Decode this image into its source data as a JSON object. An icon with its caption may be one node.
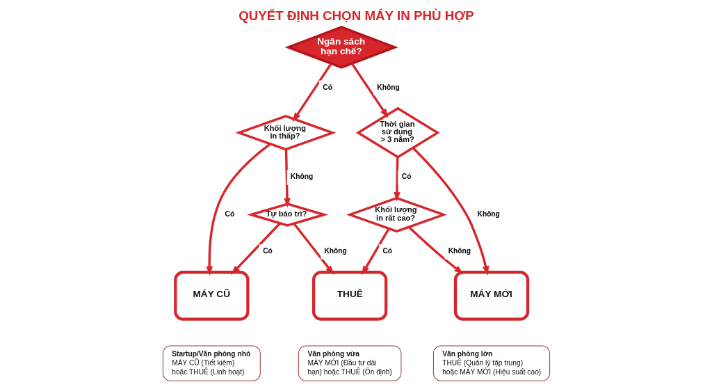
{
  "diagram": {
    "title": "QUYẾT ĐỊNH CHỌN MÁY IN PHÙ HỢP",
    "nodes": [
      {
        "text": [
          "Ngân sách hạn chế?"
        ]
      },
      {
        "text": [
          "Khối lượng in thấp?"
        ]
      },
      {
        "text": [
          "Thời gian sử dụng > 3 năm?"
        ]
      },
      {
        "text": [
          "Tự bảo trì?"
        ]
      },
      {
        "text": [
          "Khối lượng in rất cao?"
        ]
      },
      {
        "text": [
          "MÁY CŨ"
        ]
      },
      {
        "text": [
          "THUÊ"
        ]
      },
      {
        "text": [
          "MÁY MỚI"
        ]
      },
      {
        "text": [
          "Startup/Văn phòng nhỏ",
          "MÁY CŨ (Tiết kiệm) hoặc THUÊ (Linh hoạt)"
        ]
      },
      {
        "text": [
          "Văn phòng vừa",
          "MÁY MỚI (Đầu tư dài hạn) hoặc THUÊ (Ổn định)"
        ]
      },
      {
        "text": [
          "Văn phòng lớn",
          "THUÊ (Quản lý tập trung) hoặc MÁY MỚI (Hiệu suất cao)"
        ]
      }
    ],
    "edges": [
      {
        "from": 0,
        "to": 1,
        "arrow": "to",
        "label": "Có"
      },
      {
        "from": 0,
        "to": 2,
        "arrow": "to",
        "label": "Không"
      },
      {
        "from": 1,
        "to": 5,
        "arrow": "to",
        "label": "Có"
      },
      {
        "from": 1,
        "to": 3,
        "arrow": "to",
        "label": "Không"
      },
      {
        "from": 2,
        "to": 4,
        "arrow": "to",
        "label": "Có"
      },
      {
        "from": 2,
        "to": 7,
        "arrow": "to",
        "label": "Không"
      },
      {
        "from": 3,
        "to": 5,
        "arrow": "to",
        "label": "Có"
      },
      {
        "from": 3,
        "to": 6,
        "arrow": "to",
        "label": "Không"
      },
      {
        "from": 4,
        "to": 6,
        "arrow": "to",
        "label": "Có"
      },
      {
        "from": 4,
        "to": 7,
        "arrow": "to",
        "label": "Không"
      }
    ]
  }
}
